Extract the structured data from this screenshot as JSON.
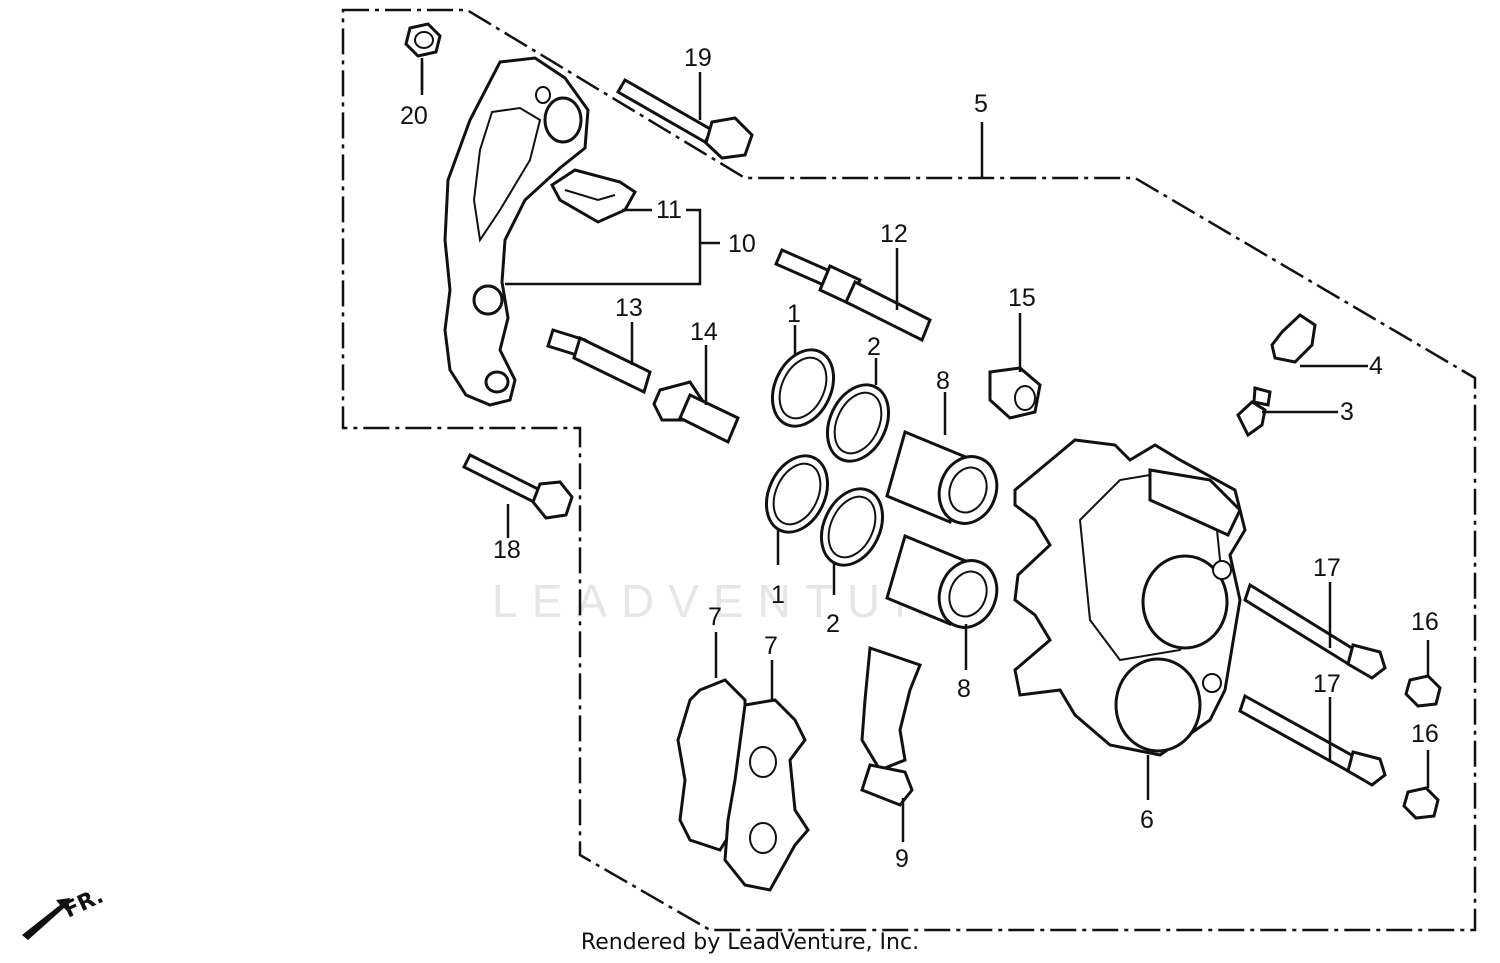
{
  "watermark": "LEADVENTURE",
  "footer": "Rendered by LeadVenture, Inc.",
  "direction_marker": "FR.",
  "callouts": {
    "c1a": "1",
    "c1b": "1",
    "c2a": "2",
    "c2b": "2",
    "c3": "3",
    "c4": "4",
    "c5": "5",
    "c6": "6",
    "c7a": "7",
    "c7b": "7",
    "c8a": "8",
    "c8b": "8",
    "c9": "9",
    "c10": "10",
    "c11": "11",
    "c12": "12",
    "c13": "13",
    "c14": "14",
    "c15": "15",
    "c16a": "16",
    "c16b": "16",
    "c17a": "17",
    "c17b": "17",
    "c18": "18",
    "c19": "19",
    "c20": "20"
  }
}
